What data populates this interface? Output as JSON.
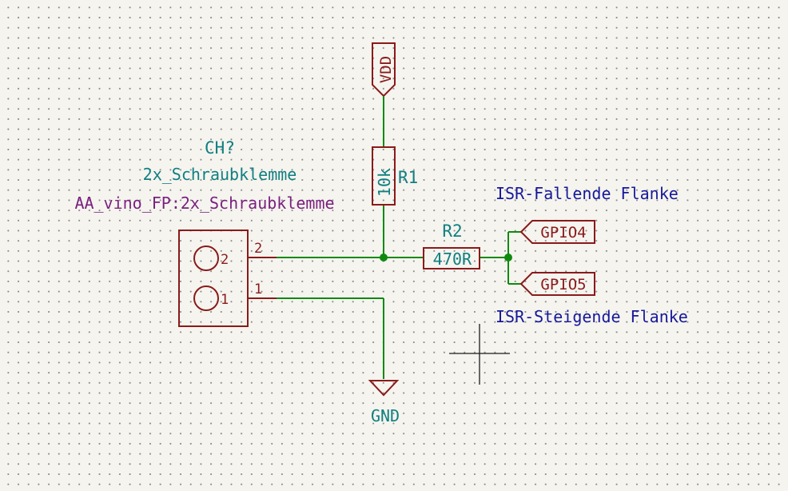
{
  "connector": {
    "reference": "CH?",
    "value": "2x_Schraubklemme",
    "footprint": "AA_vino_FP:2x_Schraubklemme",
    "pins": [
      "2",
      "1"
    ],
    "pin_names": [
      "2",
      "1"
    ]
  },
  "resistor_r1": {
    "reference": "R1",
    "value": "10k"
  },
  "resistor_r2": {
    "reference": "R2",
    "value": "470R"
  },
  "power": {
    "vdd": "VDD",
    "gnd": "GND"
  },
  "global_labels": {
    "gpio4": "GPIO4",
    "gpio5": "GPIO5"
  },
  "net_notes": {
    "falling": "ISR-Fallende Flanke",
    "rising": "ISR-Steigende Flanke"
  },
  "colors": {
    "wire": "#0f8a0f",
    "symbol": "#8a1a1a",
    "reference": "#0f7f80",
    "footprint": "#7a1f7f",
    "note": "#16189a",
    "background": "#f5f4ef"
  }
}
